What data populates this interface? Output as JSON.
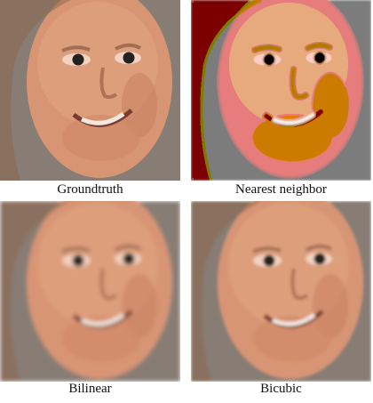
{
  "panels": [
    {
      "caption": "Groundtruth",
      "filter": "none"
    },
    {
      "caption": "Nearest neighbor",
      "filter": "pixel"
    },
    {
      "caption": "Bilinear",
      "filter": "blur"
    },
    {
      "caption": "Bicubic",
      "filter": "blur-light"
    }
  ],
  "colors": {
    "skin": "#d99a78",
    "skin_dark": "#b86f55",
    "background": "#8f847a",
    "hair": "#9b6a4c"
  }
}
